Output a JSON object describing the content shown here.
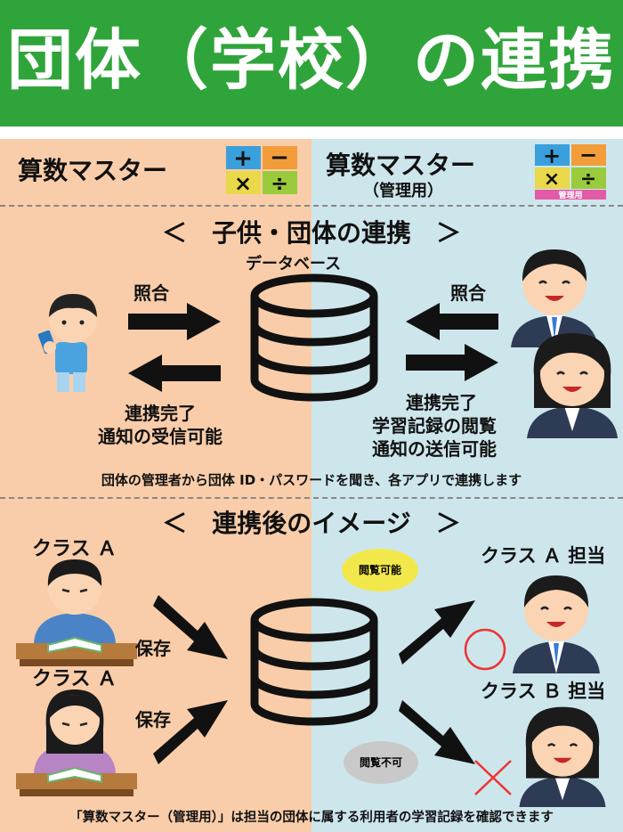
{
  "header": {
    "title": "団体（学校）の連携"
  },
  "app_left": {
    "name": "算数マスター"
  },
  "app_right": {
    "name": "算数マスター",
    "sub": "（管理用）",
    "badge": "管理用"
  },
  "section1": {
    "title": "＜　子供・団体の連携　＞",
    "db_label": "データベース",
    "left_arrow_top": "照合",
    "left_bottom_1": "連携完了",
    "left_bottom_2": "通知の受信可能",
    "right_arrow_top": "照合",
    "right_bottom_1": "連携完了",
    "right_bottom_2": "学習記録の閲覧",
    "right_bottom_3": "通知の送信可能",
    "note": "団体の管理者から団体 ID・パスワードを聞き、各アプリで連携します"
  },
  "section2": {
    "title": "＜　連携後のイメージ　＞",
    "class_a_1": "クラス Ａ",
    "class_a_2": "クラス Ａ",
    "save_1": "保存",
    "save_2": "保存",
    "viewable": "閲覧可能",
    "not_viewable": "閲覧不可",
    "teacher_a": "クラス Ａ 担当",
    "teacher_b": "クラス Ｂ 担当",
    "footer": "「算数マスター（管理用）」は担当の団体に属する利用者の学習記録を確認できます"
  },
  "colors": {
    "header_green": "#2fa43a",
    "left_bg": "#f9cda9",
    "right_bg": "#cde6ec",
    "ok_yellow": "#f3e84b",
    "ng_gray": "#c9c9c9",
    "mark_red": "#e33"
  }
}
